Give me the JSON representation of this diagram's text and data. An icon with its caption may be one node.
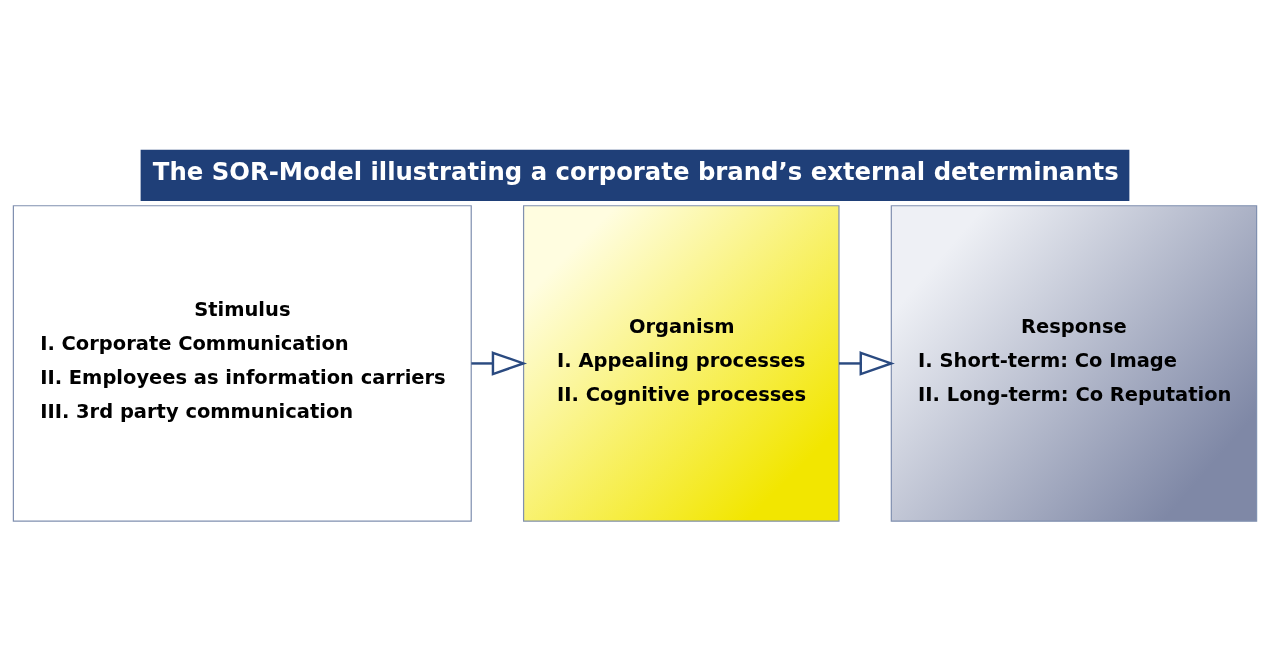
{
  "diagram": {
    "title": "The SOR-Model illustrating a corporate brand’s external determinants",
    "nodes": [
      {
        "text": [
          "Stimulus",
          "I. Corporate Communication",
          "II. Employees as information carriers",
          "III. 3rd party communication"
        ]
      },
      {
        "text": [
          "Organism",
          "I. Appealing processes",
          "II. Cognitive processes"
        ]
      },
      {
        "text": [
          "Response",
          "I. Short-term: Co Image",
          "II. Long-term: Co Reputation"
        ]
      }
    ],
    "edges": [
      {
        "from": 0,
        "to": 1,
        "arrow": "to"
      },
      {
        "from": 1,
        "to": 2,
        "arrow": "to"
      }
    ]
  }
}
